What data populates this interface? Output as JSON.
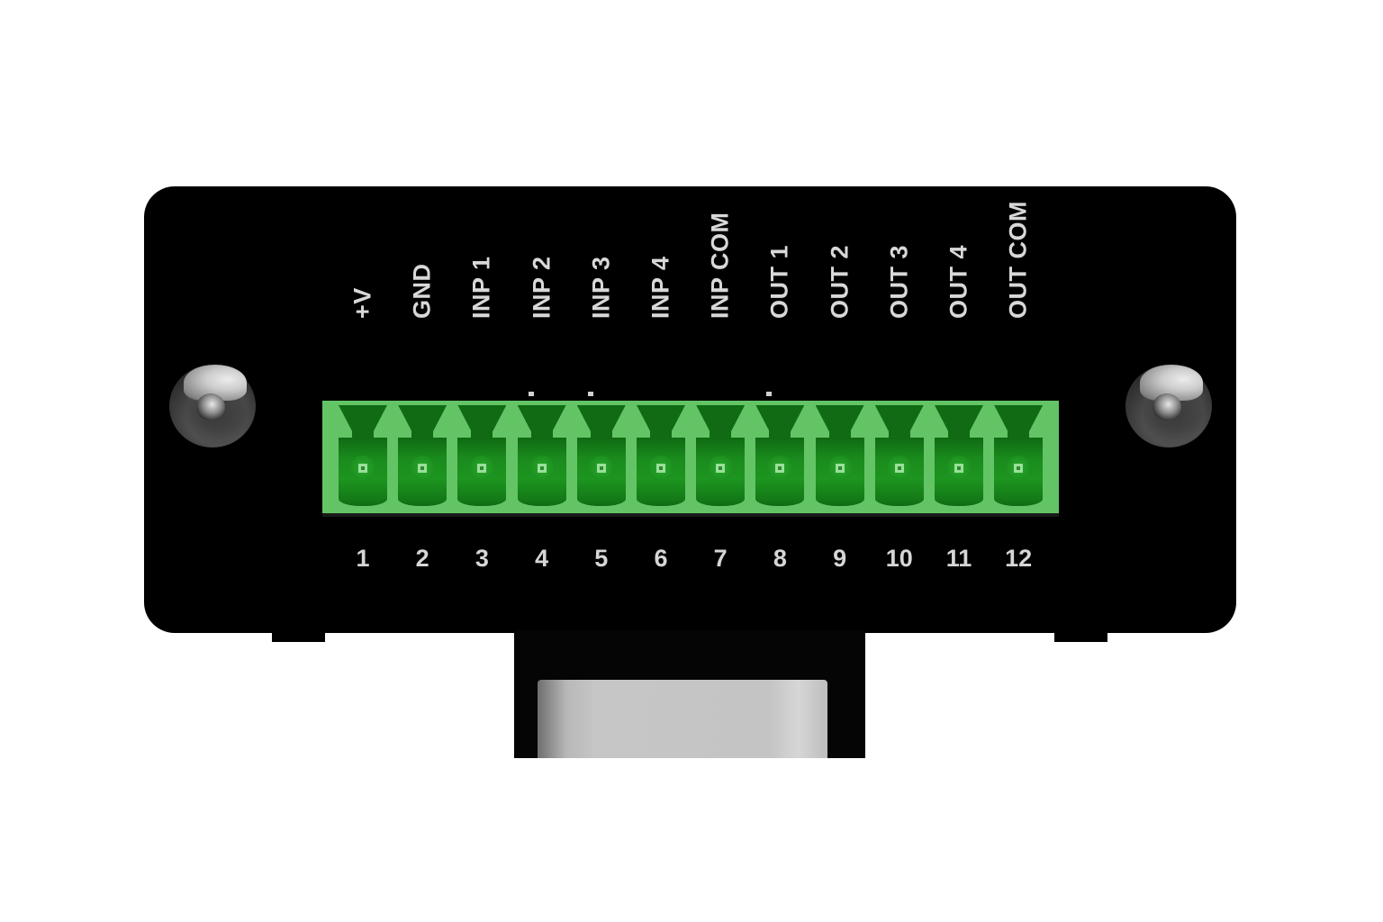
{
  "device": {
    "description": "Terminal block I/O panel with 12-pin green pluggable connector",
    "colors": {
      "panel": "#000000",
      "connector": "#63c466",
      "connector_dark": "#116b14",
      "label_text": "#d8d8d8",
      "background": "#ffffff"
    },
    "terminals": [
      {
        "number": "1",
        "label": "+V",
        "tick": false
      },
      {
        "number": "2",
        "label": "GND",
        "tick": false
      },
      {
        "number": "3",
        "label": "INP 1",
        "tick": false
      },
      {
        "number": "4",
        "label": "INP 2",
        "tick": true
      },
      {
        "number": "5",
        "label": "INP 3",
        "tick": true
      },
      {
        "number": "6",
        "label": "INP 4",
        "tick": false
      },
      {
        "number": "7",
        "label": "INP COM",
        "tick": false
      },
      {
        "number": "8",
        "label": "OUT 1",
        "tick": true
      },
      {
        "number": "9",
        "label": "OUT 2",
        "tick": false
      },
      {
        "number": "10",
        "label": "OUT 3",
        "tick": false
      },
      {
        "number": "11",
        "label": "OUT 4",
        "tick": false
      },
      {
        "number": "12",
        "label": "OUT COM",
        "tick": false
      }
    ],
    "screws": [
      "left-mount-screw",
      "right-mount-screw"
    ],
    "rear_port": "rear-connector-port"
  }
}
